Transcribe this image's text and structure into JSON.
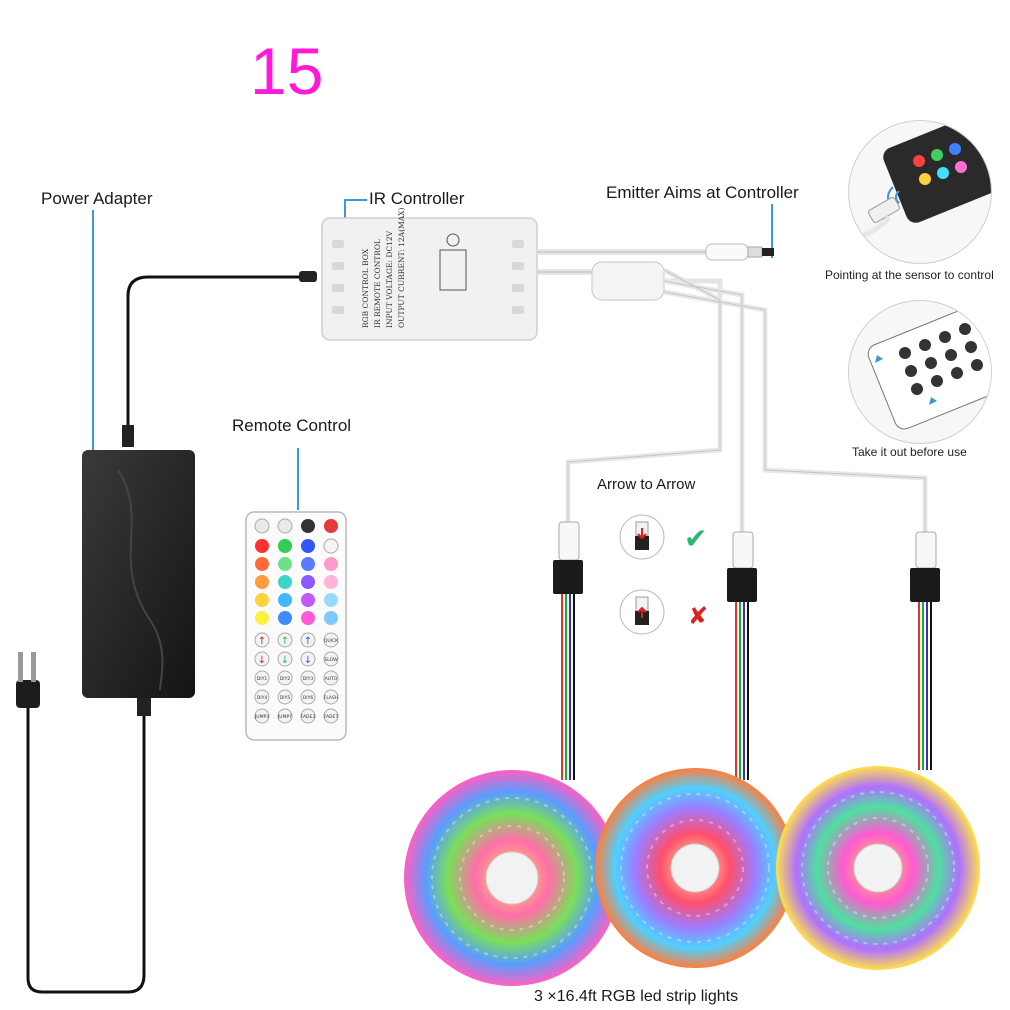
{
  "header": {
    "number": "15"
  },
  "labels": {
    "power_adapter": "Power Adapter",
    "ir_controller": "IR Controller",
    "emitter": "Emitter Aims at Controller",
    "remote_control": "Remote Control",
    "arrow_to_arrow": "Arrow to Arrow",
    "pointing": "Pointing at the sensor to control",
    "take_out": "Take it out before use",
    "strips": "3 ×16.4ft RGB led strip lights"
  },
  "controller_box_text": [
    "RGB CONTROL BOX",
    "IR REMOTE CONTROL",
    "INPUT VOLTAGE: DC12V",
    "OUTPUT CURRENT: 12A(MAX)"
  ],
  "remote_buttons": [
    [
      "JUMP3",
      "JUMP7",
      "FADE3",
      "FADE7"
    ],
    [
      "DIY4",
      "DIY5",
      "DIY6",
      "FLASH"
    ],
    [
      "DIY1",
      "DIY2",
      "DIY3",
      "AUTO"
    ],
    [
      "SLOW",
      "QUICK"
    ]
  ],
  "marks": {
    "check": "✔",
    "cross": "✘"
  },
  "colors": {
    "accent_number": "#ff1ad9",
    "pointer_line": "#3a9ad9",
    "check": "#2bb673",
    "cross": "#e02020"
  }
}
